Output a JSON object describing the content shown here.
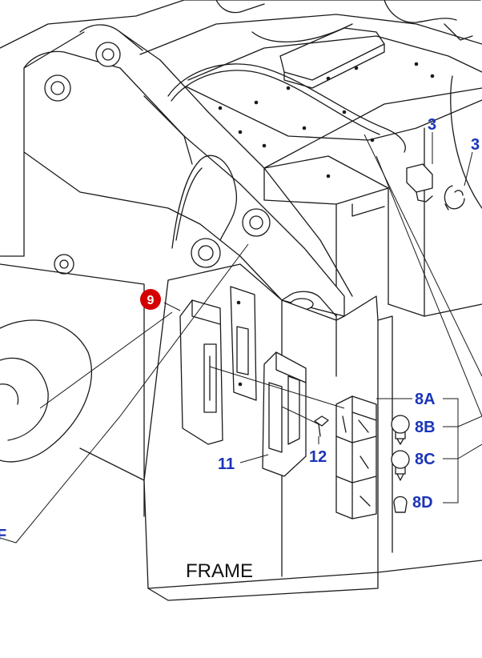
{
  "callouts": {
    "c3a": "3",
    "c3b": "3",
    "c8a": "8A",
    "c8b": "8B",
    "c8c": "8C",
    "c8d": "8D",
    "c11": "11",
    "c12": "12",
    "edge_f": "F"
  },
  "marker": {
    "label": "9",
    "color": "#d40000"
  },
  "frame_label": "FRAME",
  "colors": {
    "callout_text": "#1a35b8",
    "line": "#1a1a1a"
  }
}
